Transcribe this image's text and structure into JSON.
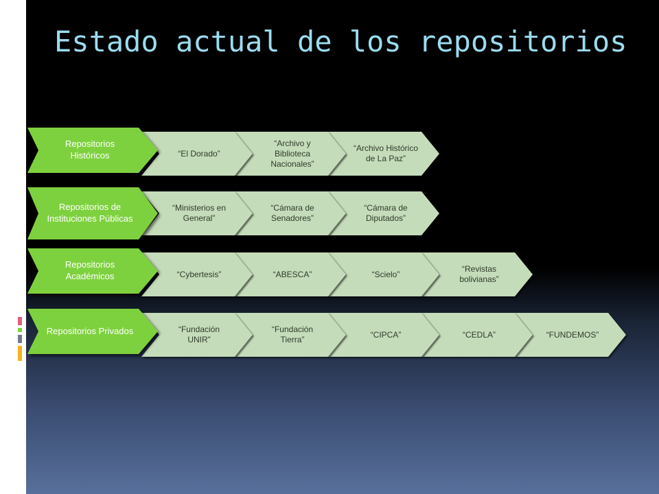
{
  "slide": {
    "title": "Estado actual de los repositorios"
  },
  "colors": {
    "category_fill": "#7ed13e",
    "item_fill": "#c5dcba",
    "title_color": "#9bdcf0"
  },
  "rows": [
    {
      "category": "Repositorios Históricos",
      "items": [
        "“El Dorado”",
        "“Archivo y Biblioteca Nacionales”",
        "“Archivo Histórico de La Paz”"
      ]
    },
    {
      "category": "Repositorios de Instituciones Públicas",
      "items": [
        "“Ministerios en General”",
        "“Cámara de Senadores”",
        "“Cámara de Diputados”"
      ]
    },
    {
      "category": "Repositorios Académicos",
      "items": [
        "“Cybertesis”",
        "“ABESCA”",
        "“Scielo”",
        "“Revistas bolivianas”"
      ]
    },
    {
      "category": "Repositorios Privados",
      "items": [
        "“Fundación UNIR”",
        "“Fundación Tierra”",
        "“CIPCA”",
        "“CEDLA”",
        "“FUNDEMOS”"
      ]
    }
  ]
}
